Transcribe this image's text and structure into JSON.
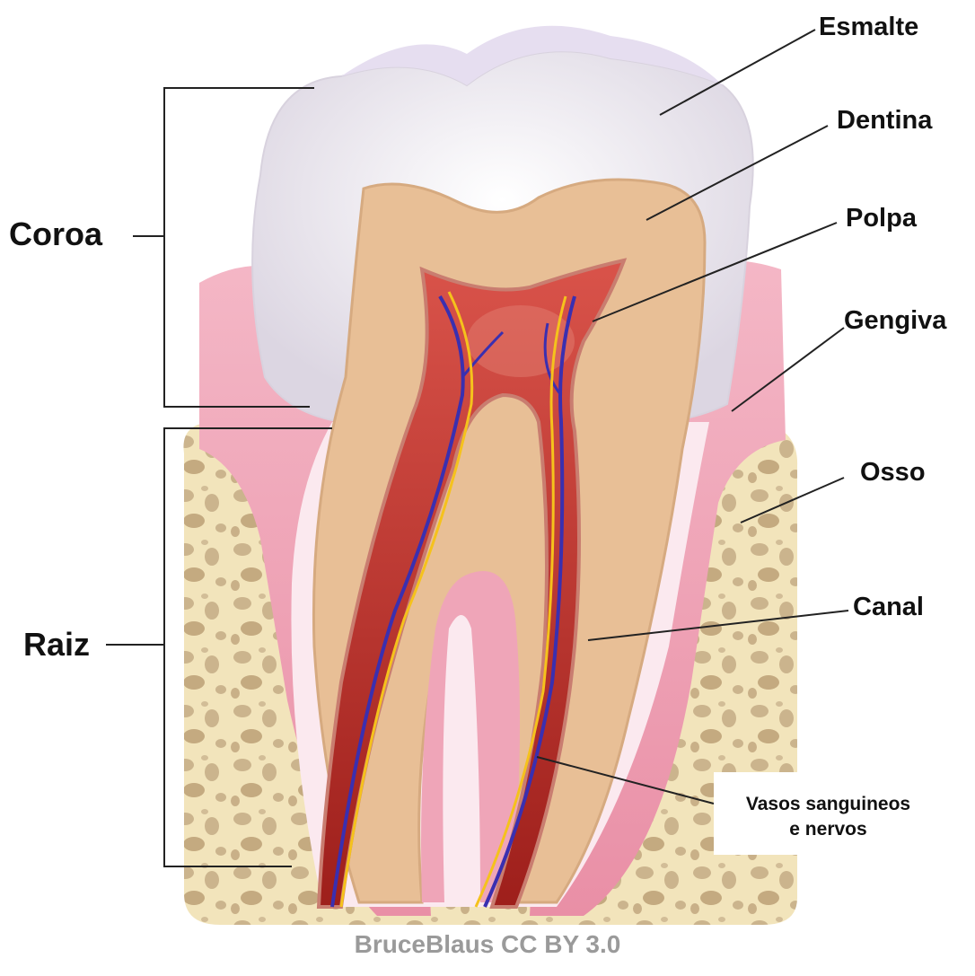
{
  "labels": {
    "crown": "Coroa",
    "root": "Raiz",
    "enamel": "Esmalte",
    "dentin": "Dentina",
    "pulp": "Polpa",
    "gum": "Gengiva",
    "bone": "Osso",
    "canal": "Canal",
    "vessels_line1": "Vasos sanguineos",
    "vessels_line2": "e nervos"
  },
  "credit": "BruceBlaus CC BY 3.0",
  "colors": {
    "enamel": "#f1eef4",
    "dentin": "#e8bf96",
    "pulp": "#b72a24",
    "gum": "#eea0b4",
    "bone": "#f2e4bb",
    "bone_pore": "#cbb48d",
    "vein": "#3a2fb0",
    "nerve": "#f5c21c"
  }
}
